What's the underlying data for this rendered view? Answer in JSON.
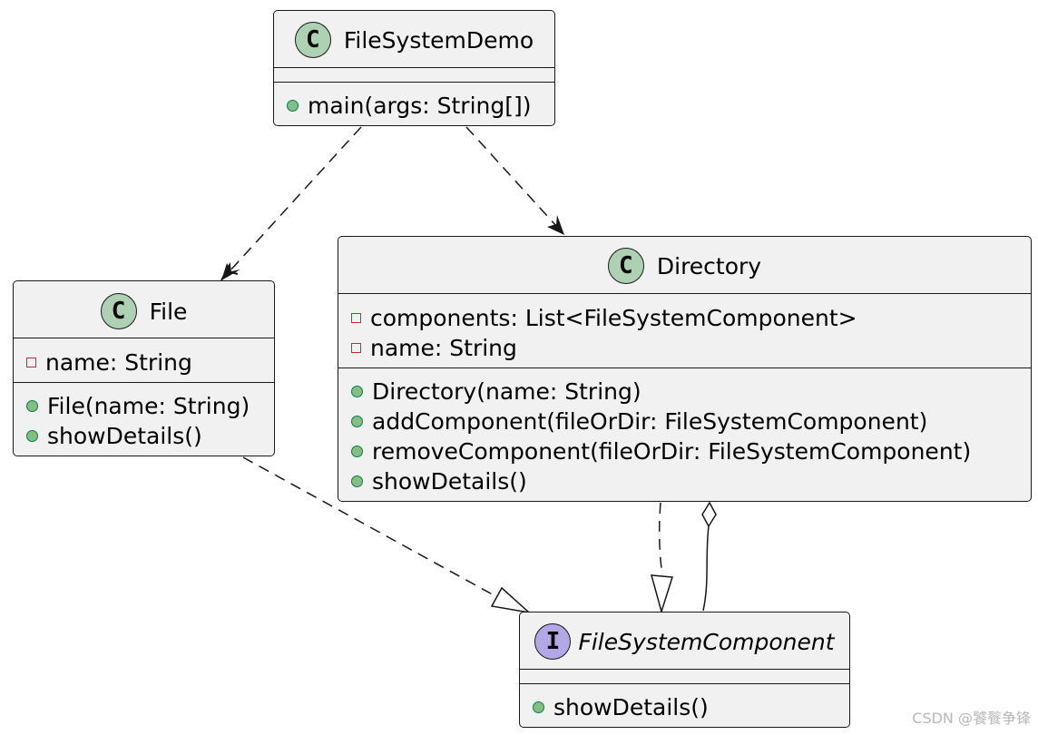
{
  "classes": {
    "demo": {
      "badge": "C",
      "name": "FileSystemDemo",
      "methods": [
        "main(args: String[])"
      ]
    },
    "file": {
      "badge": "C",
      "name": "File",
      "fields": [
        "name: String"
      ],
      "methods": [
        "File(name: String)",
        "showDetails()"
      ]
    },
    "directory": {
      "badge": "C",
      "name": "Directory",
      "fields": [
        "components: List<FileSystemComponent>",
        "name: String"
      ],
      "methods": [
        "Directory(name: String)",
        "addComponent(fileOrDir: FileSystemComponent)",
        "removeComponent(fileOrDir: FileSystemComponent)",
        "showDetails()"
      ]
    },
    "component": {
      "badge": "I",
      "name": "FileSystemComponent",
      "methods": [
        "showDetails()"
      ]
    }
  },
  "watermark": "CSDN @饕餮争锋",
  "colors": {
    "box_fill": "#f1f1f1",
    "class_badge": "#add1b2",
    "interface_badge": "#b4a7e5",
    "private_marker": "#c82930",
    "public_marker": "#84be84"
  }
}
